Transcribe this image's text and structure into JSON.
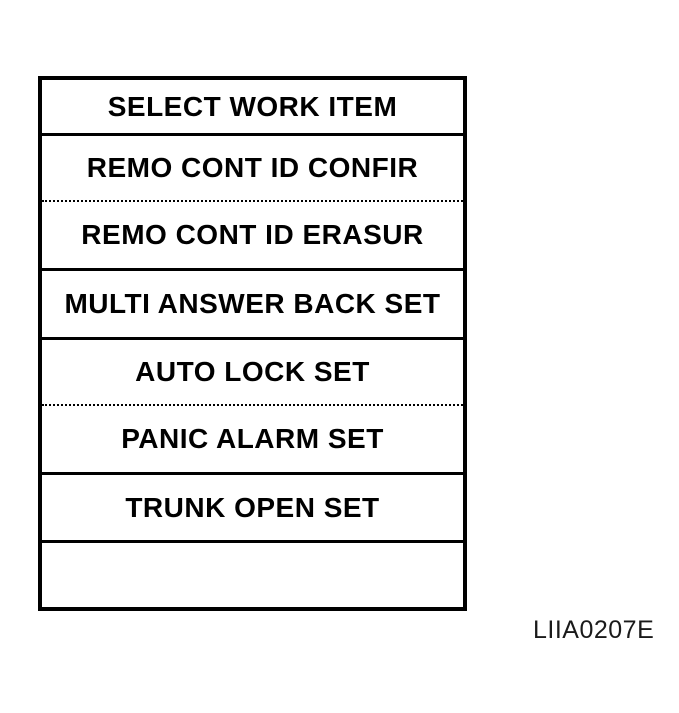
{
  "screen": {
    "title": "SELECT WORK ITEM",
    "items": [
      "REMO CONT ID CONFIR",
      "REMO CONT ID ERASUR",
      "MULTI ANSWER BACK SET",
      "AUTO LOCK SET",
      "PANIC ALARM SET",
      "TRUNK OPEN SET"
    ],
    "empty_slot": ""
  },
  "figure_code": "LIIA0207E",
  "colors": {
    "foreground": "#000000",
    "background": "#ffffff"
  }
}
